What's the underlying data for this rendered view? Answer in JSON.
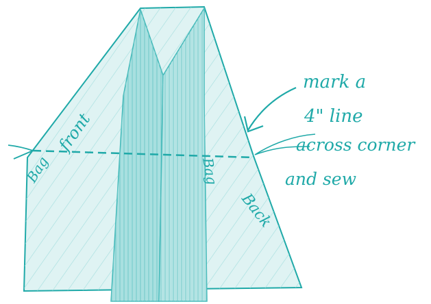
{
  "colors": {
    "ink": "#1fa9a8",
    "fill_light": "#d9f1f1",
    "seam": "#7fd0d0",
    "seam_dark": "#3fb8b8"
  },
  "labels": {
    "bag_front_1": "Bag",
    "bag_front_2": "front",
    "bag_back_1": "Bag",
    "bag_back_2": "Back"
  },
  "note": {
    "line1": "mark a",
    "line2": "4\" line",
    "line3": "across corner",
    "line4": "and sew"
  }
}
